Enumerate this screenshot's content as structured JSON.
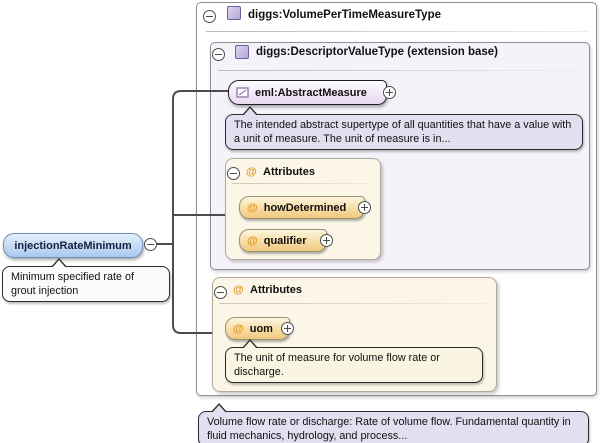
{
  "icons": {
    "at": "@"
  },
  "root": {
    "title": "diggs:VolumePerTimeMeasureType",
    "doc": "Volume flow rate or discharge: Rate of volume flow. Fundamental quantity in fluid mechanics, hydrology, and process..."
  },
  "extension_base": {
    "title": "diggs:DescriptorValueType (extension base)"
  },
  "abstract_measure": {
    "label": "eml:AbstractMeasure",
    "doc": "The intended abstract supertype of all quantities that have a value with a unit of measure. The unit of measure is in..."
  },
  "inherited_attributes": {
    "title": "Attributes",
    "items": [
      {
        "name": "howDetermined"
      },
      {
        "name": "qualifier"
      }
    ]
  },
  "own_attributes": {
    "title": "Attributes",
    "items": [
      {
        "name": "uom",
        "doc": "The unit of measure for volume flow rate or discharge."
      }
    ]
  },
  "element": {
    "name": "injectionRateMinimum",
    "doc": "Minimum specified rate of grout injection"
  }
}
